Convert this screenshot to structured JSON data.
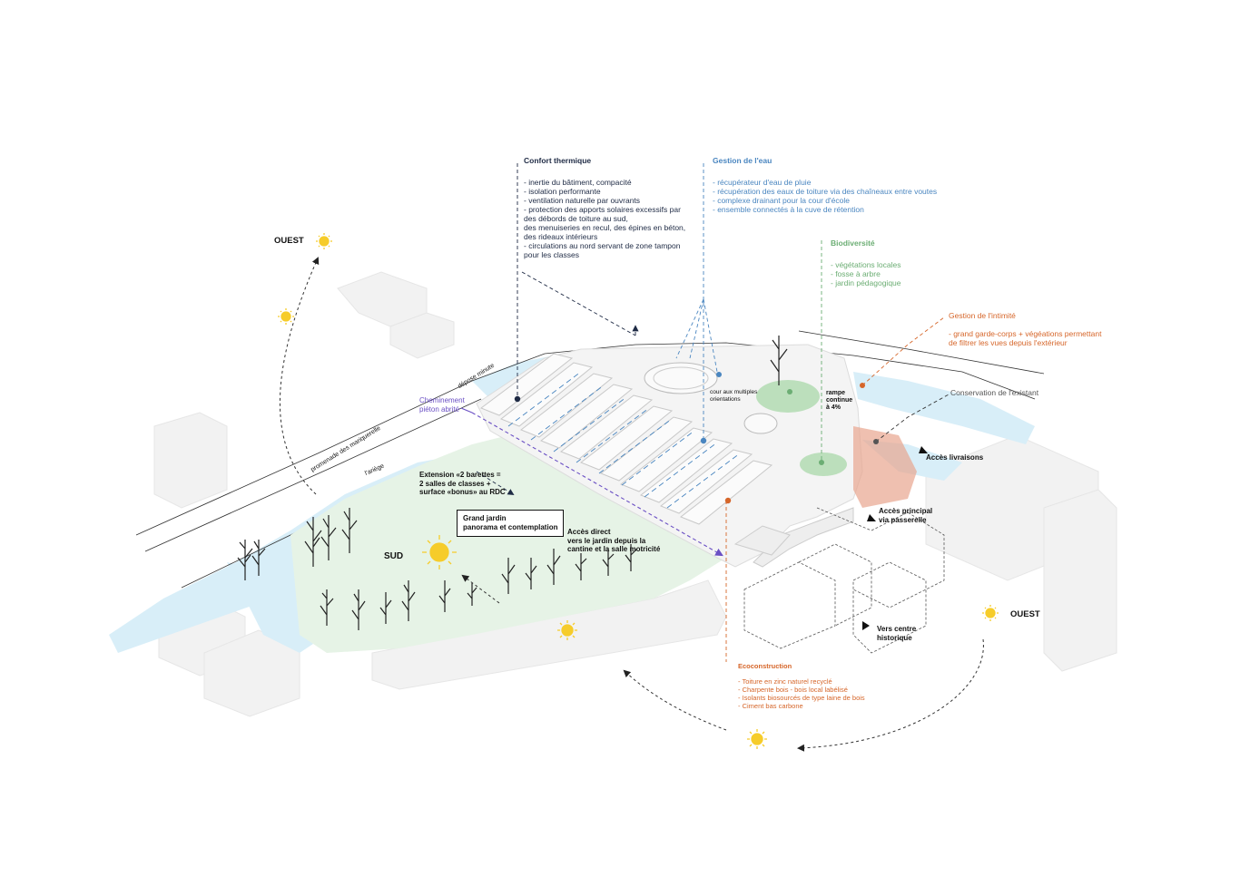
{
  "annotations": {
    "confort": {
      "title": "Confort thermique",
      "lines": [
        "- inertie du bâtiment, compacité",
        "- isolation performante",
        "- ventilation naturelle par ouvrants",
        "- protection des apports solaires excessifs par",
        "des débords de toiture au sud,",
        "des menuiseries en recul, des épines en béton,",
        "des rideaux intérieurs",
        "- circulations au nord servant de zone tampon",
        "pour les classes"
      ],
      "color": "#1f2b45"
    },
    "eau": {
      "title": "Gestion de l'eau",
      "lines": [
        "- récupérateur d'eau de pluie",
        "- récupération des eaux de toiture via des chaîneaux entre voutes",
        "- complexe drainant pour la cour d'école",
        "- ensemble connectés à la cuve de rétention"
      ],
      "color": "#4a86c0"
    },
    "biodiversite": {
      "title": "Biodiversité",
      "lines": [
        "- végétations locales",
        "- fosse à arbre",
        "- jardin pédagogique"
      ],
      "color": "#6cae74"
    },
    "intimite": {
      "title": "Gestion de l'intimité",
      "lines": [
        "- grand garde-corps + végéations permettant",
        "de filtrer les vues depuis l'extérieur"
      ],
      "color": "#d6662a"
    },
    "ecoconstruction": {
      "title": "Ecoconstruction",
      "lines": [
        "- Toiture en zinc naturel recyclé",
        "- Charpente bois - bois local labélisé",
        "- Isolants biosourcés de type laine de bois",
        "- Ciment bas carbone"
      ],
      "color": "#d6662a"
    },
    "conservation": {
      "title": "Conservation de l'existant"
    }
  },
  "labels": {
    "cheminement": [
      "Cheminement",
      "piéton abrité"
    ],
    "extension": [
      "Extension «2 barettes =",
      "2 salles de classes +",
      "surface «bonus» au RDC"
    ],
    "grand_jardin": [
      "Grand jardin",
      "panorama et contemplation"
    ],
    "acces_direct": [
      "Accès direct",
      "vers le jardin depuis la",
      "cantine et la salle motricité"
    ],
    "cour": [
      "cour aux multiples",
      "orientations"
    ],
    "rampe": [
      "rampe",
      "continue",
      "à 4%"
    ],
    "acces_livraisons": "Accès livraisons",
    "acces_principal": [
      "Accès principal",
      "via passerelle"
    ],
    "vers_centre": [
      "Vers centre",
      "historique"
    ],
    "depose_minute": "dépose minute",
    "promenade": "promenade des mariquerelle",
    "ariege": "l'ariège"
  },
  "orientation": {
    "ouest_left": "OUEST",
    "ouest_right": "OUEST",
    "sud": "SUD"
  },
  "colors": {
    "water": "#d8eef8",
    "garden": "#e6f3e6",
    "building": "#f4f4f4",
    "orange_accent": "#e8a58e",
    "green_patch": "#a9d8a9",
    "sun": "#f6cc2a"
  }
}
